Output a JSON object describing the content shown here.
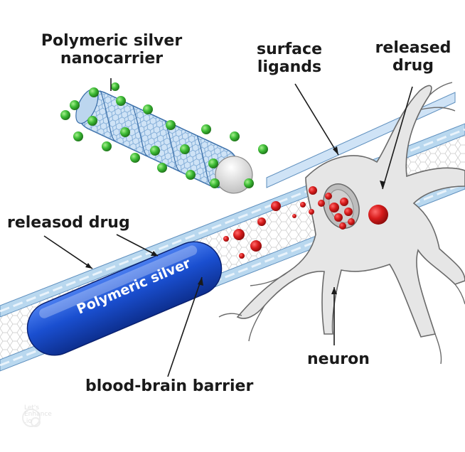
{
  "labels": {
    "nanocarrier_line1": "Polymeric silver",
    "nanocarrier_line2": "nanocarrier",
    "ligands_line1": "surface",
    "ligands_line2": "ligands",
    "released_top_line1": "released",
    "released_top_line2": "drug",
    "released_left": "releasod drug",
    "blood_brain_barrier": "blood-brain barrier",
    "neuron": "neuron"
  },
  "capsule": {
    "text": "Polymeric silver"
  },
  "watermark": {
    "line1": "Let's",
    "line2": "Enhance",
    "line3": ".io"
  },
  "colors": {
    "capsule_blue": "#1a4fd0",
    "membrane_blue": "#b9d8ef",
    "nanotube_blue": "#cfe3f6",
    "ligand_green": "#3dbb35",
    "drug_red": "#d81c1c",
    "neuron_gray": "#e6e6e6"
  }
}
